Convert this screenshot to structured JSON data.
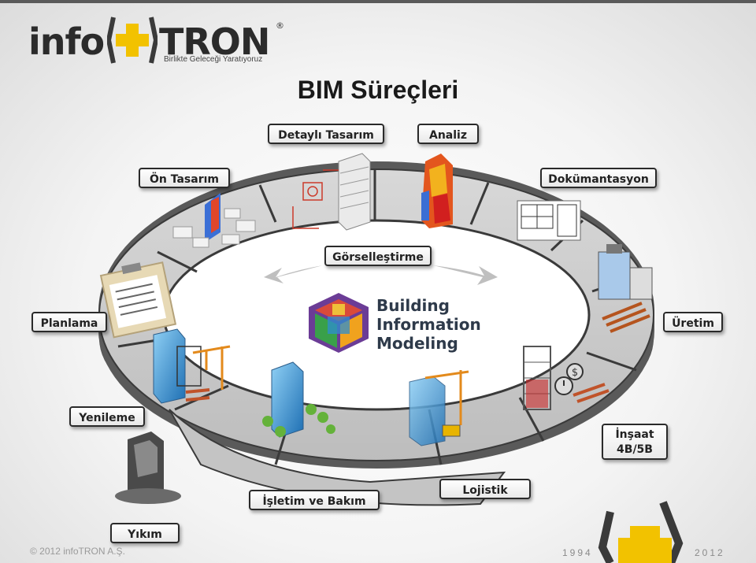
{
  "logo": {
    "word_left": "info",
    "word_right": "TRON",
    "registered": "®",
    "tagline": "Birlikte Geleceği Yaratıyoruz"
  },
  "title": "BIM Süreçleri",
  "center": {
    "line1": "Building",
    "line2": "Information",
    "line3": "Modeling"
  },
  "stages": {
    "detayli_tasarim": "Detaylı Tasarım",
    "analiz": "Analiz",
    "on_tasarim": "Ön Tasarım",
    "dokumantasyon": "Dokümantasyon",
    "gorsellestirme": "Görselleştirme",
    "planlama": "Planlama",
    "uretim": "Üretim",
    "yenileme": "Yenileme",
    "insaat_line1": "İnşaat",
    "insaat_line2": "4B/5B",
    "isletme": "İşletim ve Bakım",
    "lojistik": "Lojistik",
    "yikim": "Yıkım"
  },
  "footer": {
    "copyright": "© 2012 infoTRON A.Ş.",
    "year_start": "1994",
    "year_end": "2012"
  },
  "colors": {
    "ring": "#c9c9c9",
    "ring_edge": "#3a3a3a",
    "logo_yellow": "#f2c200",
    "logo_dark": "#2b2b2b",
    "glass_blue": "#4aa3df",
    "crane_orange": "#e38a1c",
    "analysis_red": "#d9371c"
  },
  "icons": [
    "clipboard-icon",
    "building-icon",
    "crane-icon",
    "tree-icon",
    "factory-icon",
    "stopwatch-icon",
    "dollar-icon",
    "blueprint-icon",
    "cube-logo-icon",
    "arrow-left-icon",
    "arrow-right-icon"
  ]
}
